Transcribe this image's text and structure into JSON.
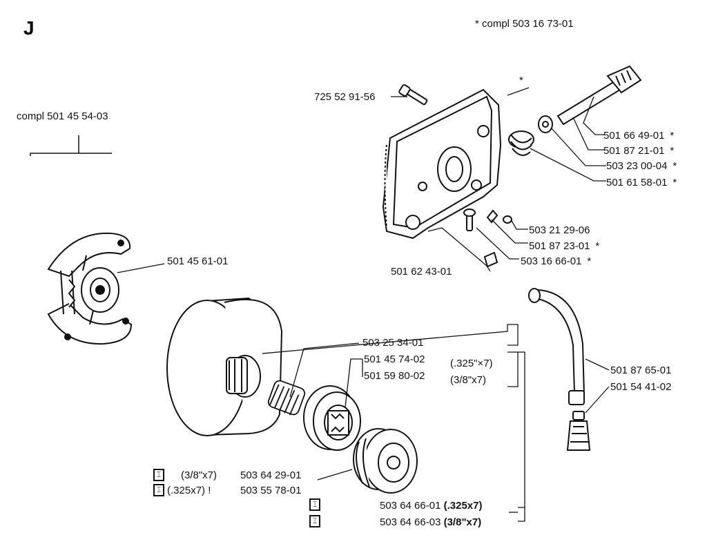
{
  "page_letter": "J",
  "header_note": "* compl 503 16 73-01",
  "labels": {
    "l725": "725 52 91-56",
    "compl_clutch": "compl 501 45 54-03",
    "l501664901": "501 66 49-01",
    "l501872101": "501 87 21-01",
    "l503230004": "503 23 00-04",
    "l501615801": "501 61 58-01",
    "l503212906": "503 21 29-06",
    "l501872301": "501 87 23-01",
    "l503166601": "503 16 66-01",
    "l501624301": "501 62 43-01",
    "l501456101": "501 45 61-01",
    "l503253401": "503 25 34-01",
    "l501457402": "501 45 74-02",
    "l501598002": "501 59 80-02",
    "size_325_7": "(.325\"×7)",
    "size_38_7": "(3/8\"x7)",
    "l501876501": "501 87 65-01",
    "l501544102": "501 54 41-02",
    "l503642901": "503 64 29-01",
    "l503557801": "503 55 78-01",
    "kit_38": "(3/8\"x7)",
    "kit_325": "(.325x7) !",
    "l503646601": "503 64 66-01",
    "l503646603": "503 64 66-03",
    "b_325x7": "(.325x7)",
    "b_38x7": "(3/8\"x7)",
    "asterisk": "*"
  },
  "icons": {
    "manual_symbol": "book-icon"
  }
}
